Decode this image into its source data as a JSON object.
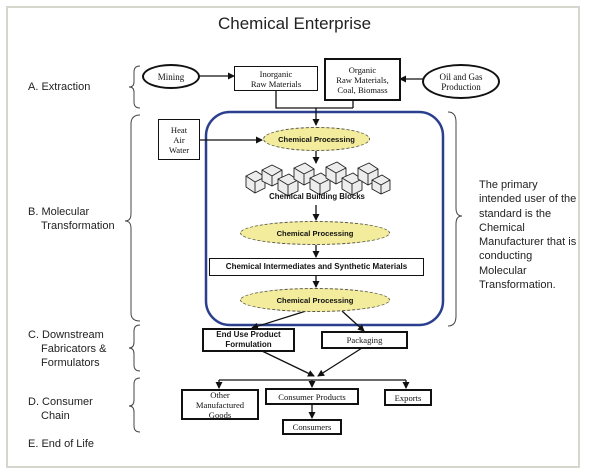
{
  "title": "Chemical Enterprise",
  "stages": {
    "a": "A. Extraction",
    "b1": "B. Molecular",
    "b2": "Transformation",
    "c1": "C. Downstream",
    "c2": "Fabricators &",
    "c3": "Formulators",
    "d1": "D. Consumer",
    "d2": "Chain",
    "e": "E. End of Life"
  },
  "note": "The primary intended user of the standard is the Chemical Manufacturer that is conducting Molecular Transformation.",
  "nodes": {
    "mining": "Mining",
    "inorganic1": "Inorganic",
    "inorganic2": "Raw Materials",
    "organic1": "Organic",
    "organic2": "Raw Materials,",
    "organic3": "Coal, Biomass",
    "oilgas1": "Oil and Gas",
    "oilgas2": "Production",
    "heat1": "Heat",
    "heat2": "Air",
    "heat3": "Water",
    "proc1": "Chemical Processing",
    "building_blocks": "Chemical Building Blocks",
    "proc2": "Chemical Processing",
    "intermediates": "Chemical Intermediates and Synthetic Materials",
    "proc3": "Chemical Processing",
    "enduse1": "End Use Product",
    "enduse2": "Formulation",
    "packaging": "Packaging",
    "other1": "Other",
    "other2": "Manufactured",
    "other3": "Goods",
    "consumer_products": "Consumer Products",
    "exports": "Exports",
    "consumers": "Consumers"
  },
  "colors": {
    "processing_fill": "#f3ec9c",
    "transformation_border": "#2b3f8f",
    "frame": "#d6d6cf"
  }
}
